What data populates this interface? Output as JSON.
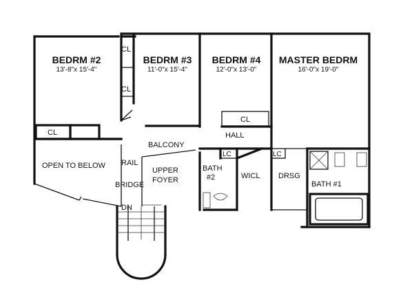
{
  "rooms": {
    "bedroom2": {
      "name": "BEDRM #2",
      "size": "13'-8\"x 15'-4\""
    },
    "bedroom3": {
      "name": "BEDRM #3",
      "size": "11'-0\"x 15'-4\""
    },
    "bedroom4": {
      "name": "BEDRM #4",
      "size": "12'-0\"x 13'-0\""
    },
    "master": {
      "name": "MASTER BEDRM",
      "size": "16'-0\"x 19'-0\""
    },
    "open_to_below": "OPEN TO BELOW",
    "balcony": "BALCONY",
    "upper_foyer_1": "UPPER",
    "upper_foyer_2": "FOYER",
    "hall": "HALL",
    "bath2_1": "BATH",
    "bath2_2": "#2",
    "wicl": "WICL",
    "drsg": "DRSG",
    "bath1": "BATH #1"
  },
  "labels": {
    "closet_b3_top": "CL",
    "closet_b3_mid": "CL",
    "closet_b2": "CL",
    "closet_b4": "CL",
    "linen_left": "LC",
    "linen_right": "LC",
    "rail": "RAIL",
    "bridge": "BRIDGE",
    "stair_down": "DN"
  },
  "colors": {
    "ink": "#111111",
    "paper": "#ffffff"
  }
}
